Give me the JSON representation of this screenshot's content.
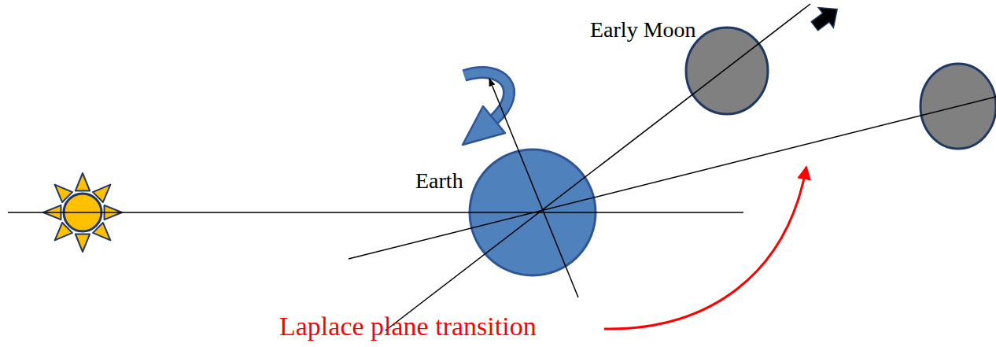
{
  "diagram": {
    "nodes": [
      {
        "text": [
          "Early Moon"
        ]
      },
      {
        "text": [
          "Earth"
        ]
      }
    ],
    "labels": [
      "Laplace plane transition"
    ]
  }
}
